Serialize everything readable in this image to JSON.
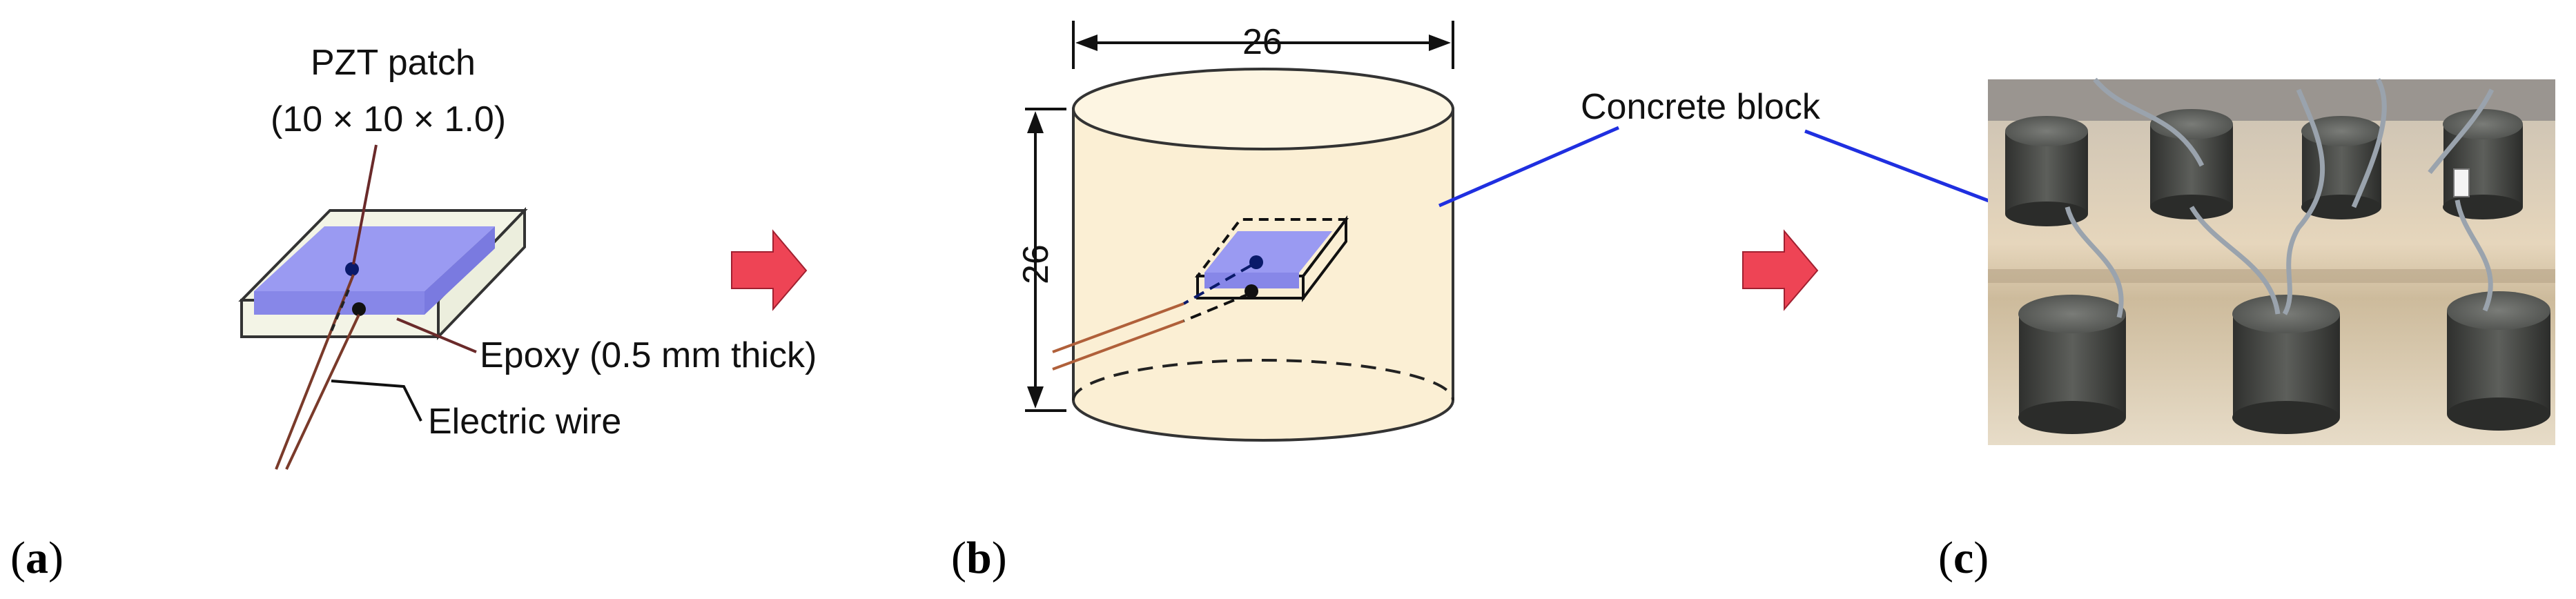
{
  "panel_a": {
    "pzt_title": "PZT patch",
    "pzt_dims": "(10 × 10 × 1.0)",
    "epoxy_label": "Epoxy (0.5 mm thick)",
    "wire_label": "Electric wire",
    "caption_letter": "a"
  },
  "panel_b": {
    "width_dim": "26",
    "height_dim": "26",
    "concrete_label": "Concrete block",
    "caption_letter": "b"
  },
  "panel_c": {
    "caption_letter": "c"
  },
  "colors": {
    "pzt_fill": "#9a9af2",
    "epoxy_fill": "#f3f4e6",
    "cylinder_fill": "#fbefd4",
    "arrow_fill": "#ee4455",
    "leader_blue": "#1f2fe0",
    "wire_brown": "#7a3a2a"
  }
}
